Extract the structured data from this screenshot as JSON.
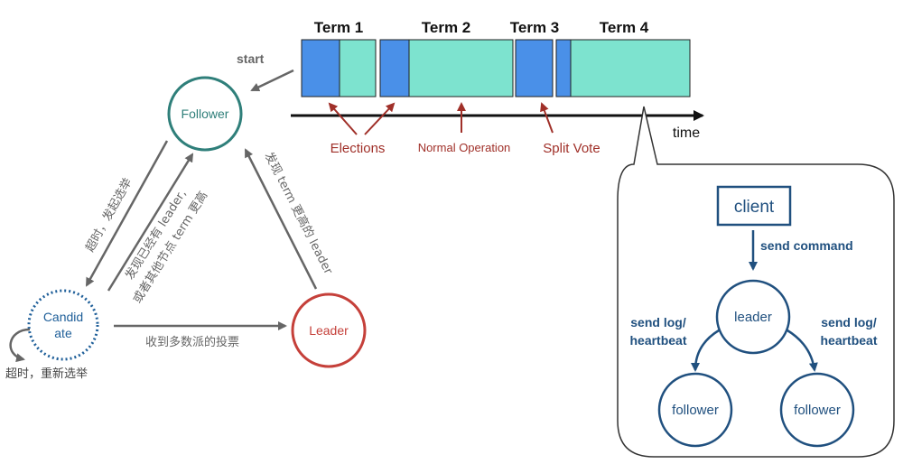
{
  "colors": {
    "follower_ring": "#2f7f7a",
    "candidate_ring": "#1f5f99",
    "leader_ring": "#c5403a",
    "leader_text": "#c5403a",
    "term_blue": "#4a90e8",
    "term_green": "#7de3cf",
    "annotation_red": "#a03029",
    "panel_navy": "#20507f",
    "arrow_gray": "#666666"
  },
  "state_machine": {
    "follower": "Follower",
    "candidate_line1": "Candid",
    "candidate_line2": "ate",
    "leader": "Leader",
    "start": "start",
    "edge_timeout_start_election": "超时，发起选举",
    "edge_found_leader_line1": "发现已经有 leader,",
    "edge_found_leader_line2": "或者其他节点 term 更高",
    "edge_higher_term": "发现 term 更高的 leader",
    "edge_majority_votes": "收到多数派的投票",
    "edge_timeout_reelect": "超时，重新选举"
  },
  "timeline": {
    "terms": [
      "Term 1",
      "Term 2",
      "Term 3",
      "Term 4"
    ],
    "axis_label": "time",
    "annotations": {
      "elections": "Elections",
      "normal_operation": "Normal Operation",
      "split_vote": "Split Vote"
    }
  },
  "detail_panel": {
    "client": "client",
    "send_command": "send command",
    "leader": "leader",
    "send_log_line1": "send log/",
    "send_log_line2": "heartbeat",
    "follower_left": "follower",
    "follower_right": "follower"
  }
}
